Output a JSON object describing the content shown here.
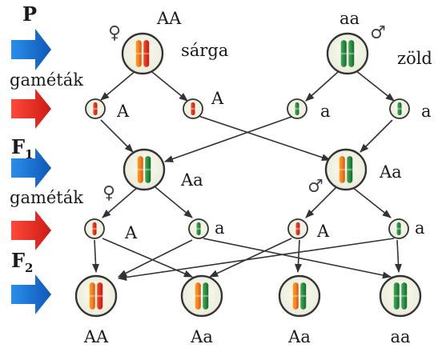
{
  "generations": {
    "p": {
      "label": "P"
    },
    "f1": {
      "label": "F",
      "sub": "1"
    },
    "f2": {
      "label": "F",
      "sub": "2"
    }
  },
  "gametes_label": "gaméták",
  "symbols": {
    "female": "♀",
    "male": "♂"
  },
  "parents": {
    "female": {
      "genotype": "AA",
      "phenotype": "sárga"
    },
    "male": {
      "genotype": "aa",
      "phenotype": "zöld"
    }
  },
  "p_gametes": [
    "A",
    "A",
    "a",
    "a"
  ],
  "f1": {
    "female": "Aa",
    "male": "Aa"
  },
  "f1_gametes": [
    "A",
    "a",
    "A",
    "a"
  ],
  "f2": [
    "AA",
    "Aa",
    "Aa",
    "aa"
  ],
  "colors": {
    "dominant_yellow": "#f2a21a",
    "dominant_red": "#e02a1c",
    "recessive_green": "#1f8a3a",
    "parental_arrow": "#1e78c8",
    "gamete_arrow": "#e8302a"
  }
}
